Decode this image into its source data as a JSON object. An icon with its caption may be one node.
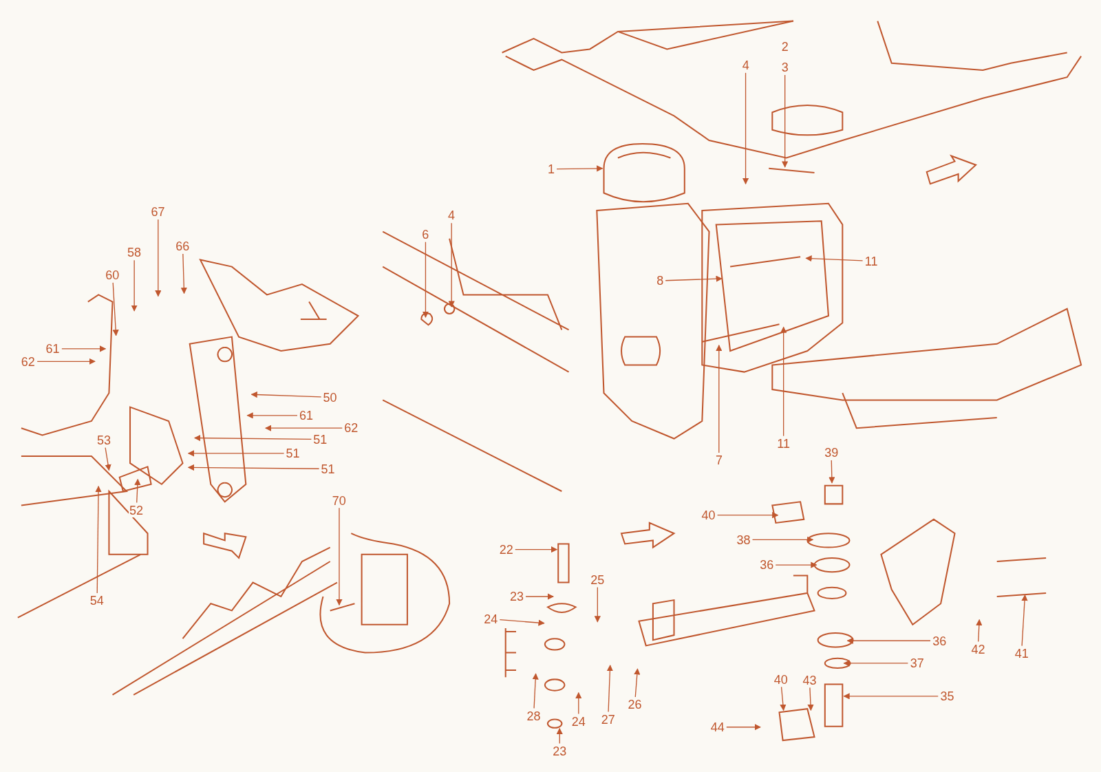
{
  "diagram": {
    "nodes": [
      {
        "text": [
          "4"
        ]
      },
      {
        "text": [
          "3"
        ]
      },
      {
        "text": [
          "1"
        ]
      },
      {
        "text": [
          "67"
        ]
      },
      {
        "text": [
          "4"
        ]
      },
      {
        "text": [
          "6"
        ]
      },
      {
        "text": [
          "66"
        ]
      },
      {
        "text": [
          "58"
        ]
      },
      {
        "text": [
          "11"
        ]
      },
      {
        "text": [
          "60"
        ]
      },
      {
        "text": [
          "8"
        ]
      },
      {
        "text": [
          "61"
        ]
      },
      {
        "text": [
          "62"
        ]
      },
      {
        "text": [
          "50"
        ]
      },
      {
        "text": [
          "61"
        ]
      },
      {
        "text": [
          "62"
        ]
      },
      {
        "text": [
          "51"
        ]
      },
      {
        "text": [
          "53"
        ]
      },
      {
        "text": [
          "51"
        ]
      },
      {
        "text": [
          "39"
        ]
      },
      {
        "text": [
          "11"
        ]
      },
      {
        "text": [
          "7"
        ]
      },
      {
        "text": [
          "51"
        ]
      },
      {
        "text": [
          "70"
        ]
      },
      {
        "text": [
          "52"
        ]
      },
      {
        "text": [
          "40"
        ]
      },
      {
        "text": [
          "38"
        ]
      },
      {
        "text": [
          "22"
        ]
      },
      {
        "text": [
          "36"
        ]
      },
      {
        "text": [
          "25"
        ]
      },
      {
        "text": [
          "23"
        ]
      },
      {
        "text": [
          "54"
        ]
      },
      {
        "text": [
          "24"
        ]
      },
      {
        "text": [
          "36"
        ]
      },
      {
        "text": [
          "42"
        ]
      },
      {
        "text": [
          "41"
        ]
      },
      {
        "text": [
          "37"
        ]
      },
      {
        "text": [
          "40"
        ]
      },
      {
        "text": [
          "43"
        ]
      },
      {
        "text": [
          "35"
        ]
      },
      {
        "text": [
          "26"
        ]
      },
      {
        "text": [
          "28"
        ]
      },
      {
        "text": [
          "27"
        ]
      },
      {
        "text": [
          "24"
        ]
      },
      {
        "text": [
          "44"
        ]
      },
      {
        "text": [
          "23"
        ]
      }
    ],
    "edges": [
      {
        "from": 0,
        "to": null,
        "arrow": "to"
      },
      {
        "from": 1,
        "to": null,
        "arrow": "to"
      },
      {
        "from": 2,
        "to": null,
        "arrow": "to"
      },
      {
        "from": 3,
        "to": null,
        "arrow": "to"
      },
      {
        "from": 4,
        "to": null,
        "arrow": "to"
      },
      {
        "from": 5,
        "to": null,
        "arrow": "to"
      },
      {
        "from": 6,
        "to": null,
        "arrow": "to"
      },
      {
        "from": 7,
        "to": null,
        "arrow": "to"
      },
      {
        "from": 8,
        "to": null,
        "arrow": "to"
      },
      {
        "from": 9,
        "to": null,
        "arrow": "to"
      },
      {
        "from": 10,
        "to": null,
        "arrow": "to"
      },
      {
        "from": 11,
        "to": null,
        "arrow": "to"
      },
      {
        "from": 12,
        "to": null,
        "arrow": "to"
      },
      {
        "from": 13,
        "to": null,
        "arrow": "to"
      },
      {
        "from": 14,
        "to": null,
        "arrow": "to"
      },
      {
        "from": 15,
        "to": null,
        "arrow": "to"
      },
      {
        "from": 16,
        "to": null,
        "arrow": "to"
      },
      {
        "from": 17,
        "to": null,
        "arrow": "to"
      },
      {
        "from": 18,
        "to": null,
        "arrow": "to"
      },
      {
        "from": 19,
        "to": null,
        "arrow": "to"
      },
      {
        "from": 20,
        "to": null,
        "arrow": "to"
      },
      {
        "from": 21,
        "to": null,
        "arrow": "to"
      },
      {
        "from": 22,
        "to": null,
        "arrow": "to"
      },
      {
        "from": 23,
        "to": null,
        "arrow": "to"
      },
      {
        "from": 24,
        "to": null,
        "arrow": "to"
      },
      {
        "from": 25,
        "to": null,
        "arrow": "to"
      },
      {
        "from": 26,
        "to": null,
        "arrow": "to"
      },
      {
        "from": 27,
        "to": null,
        "arrow": "to"
      },
      {
        "from": 28,
        "to": null,
        "arrow": "to"
      },
      {
        "from": 29,
        "to": null,
        "arrow": "to"
      },
      {
        "from": 30,
        "to": null,
        "arrow": "to"
      },
      {
        "from": 31,
        "to": null,
        "arrow": "to"
      },
      {
        "from": 32,
        "to": null,
        "arrow": "to"
      },
      {
        "from": 33,
        "to": null,
        "arrow": "to"
      },
      {
        "from": 34,
        "to": null,
        "arrow": "to"
      },
      {
        "from": 35,
        "to": null,
        "arrow": "to"
      },
      {
        "from": 36,
        "to": null,
        "arrow": "to"
      },
      {
        "from": 37,
        "to": null,
        "arrow": "to"
      },
      {
        "from": 38,
        "to": null,
        "arrow": "to"
      },
      {
        "from": 39,
        "to": null,
        "arrow": "to"
      },
      {
        "from": 40,
        "to": null,
        "arrow": "to"
      },
      {
        "from": 41,
        "to": null,
        "arrow": "to"
      },
      {
        "from": 42,
        "to": null,
        "arrow": "to"
      },
      {
        "from": 43,
        "to": null,
        "arrow": "to"
      },
      {
        "from": 44,
        "to": null,
        "arrow": "to"
      },
      {
        "from": 45,
        "to": null,
        "arrow": "to"
      }
    ],
    "labels": [
      "2"
    ]
  }
}
